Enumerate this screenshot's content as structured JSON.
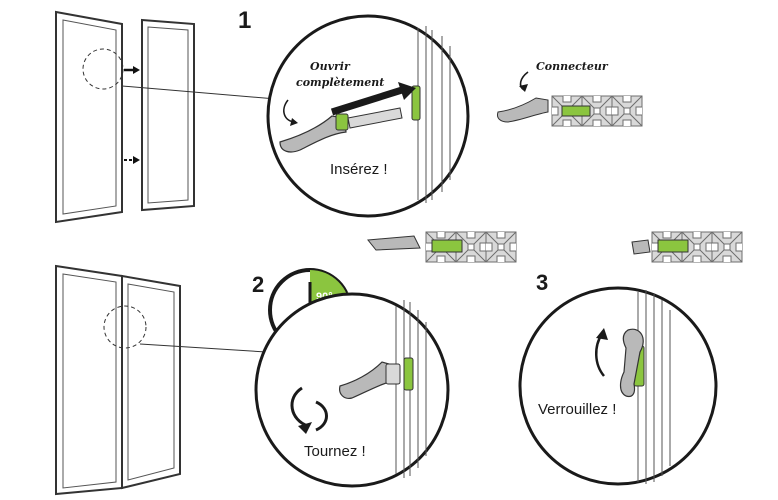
{
  "steps": [
    {
      "number": "1",
      "caption": "Insérez !",
      "note": "Ouvrir complètement"
    },
    {
      "number": "2",
      "caption": "Tournez !",
      "angle_label": "90°"
    },
    {
      "number": "3",
      "caption": "Verrouillez !"
    }
  ],
  "labels": {
    "connector": "Connecteur"
  },
  "colors": {
    "accent": "#8bc53f",
    "line": "#1a1a1a",
    "part": "#b9b9b9",
    "profile": "#d9d9d9"
  }
}
